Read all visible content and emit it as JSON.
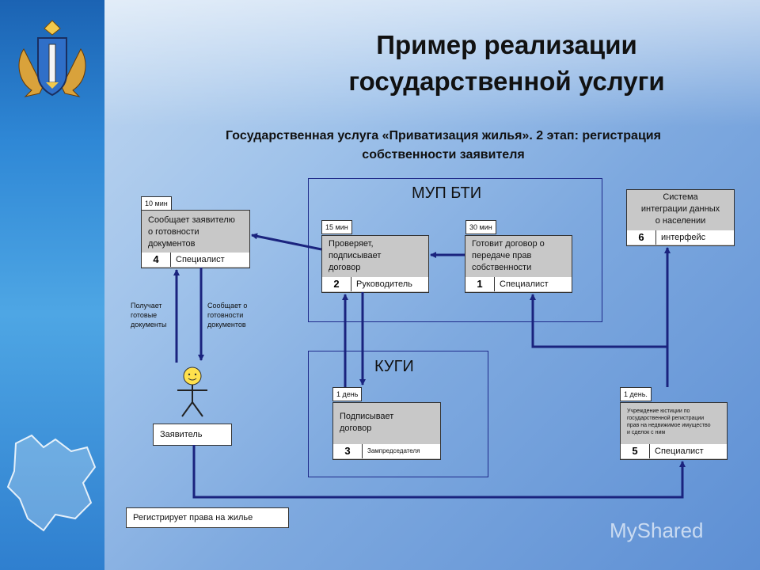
{
  "slide": {
    "title_line1": "Пример реализации",
    "title_line2": "государственной услуги",
    "subtitle_line1": "Государственная услуга «Приватизация жилья». 2 этап: регистрация",
    "subtitle_line2": "собственности заявителя",
    "watermark": "MyShared"
  },
  "regions": {
    "mup_bti": "МУП БТИ",
    "kugi": "КУГИ"
  },
  "steps": {
    "s4": {
      "time": "10 мин",
      "text": [
        "Сообщает заявителю",
        "о готовности",
        "документов"
      ],
      "num": "4",
      "role": "Специалист"
    },
    "s2": {
      "time": "15 мин",
      "text": [
        "Проверяет,",
        "подписывает",
        "договор"
      ],
      "num": "2",
      "role": "Руководитель"
    },
    "s1": {
      "time": "30 мин",
      "text": [
        "Готовит договор о",
        "передаче прав",
        "собственности"
      ],
      "num": "1",
      "role": "Специалист"
    },
    "s6": {
      "text": [
        "Система",
        "интеграции данных",
        "о населении"
      ],
      "num": "6",
      "role": "интерфейс"
    },
    "s3": {
      "time": "1 день",
      "text": [
        "Подписывает",
        "договор"
      ],
      "num": "3",
      "role": "Зампредседателя"
    },
    "s5": {
      "time": "1 день.",
      "text": [
        "Учреждение юстиции по",
        "государственной регистрации",
        "прав на недвижимое имущество",
        "и сделок с ним"
      ],
      "num": "5",
      "role": "Специалист"
    }
  },
  "labels": {
    "receives": [
      "Получает",
      "готовые",
      "документы"
    ],
    "informs": [
      "Сообщает о",
      "готовности",
      "документов"
    ],
    "applicant": "Заявитель",
    "registers": "Регистрирует права на жилье"
  }
}
